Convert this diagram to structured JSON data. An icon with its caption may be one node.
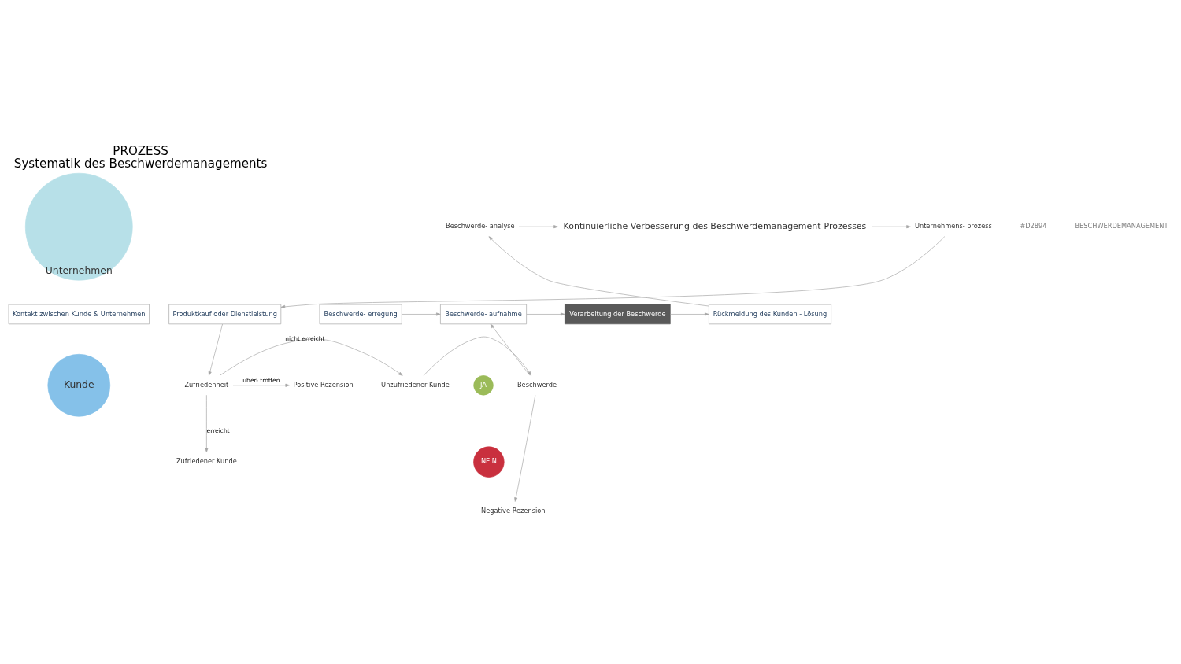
{
  "diagram": {
    "title": "PROZESS",
    "caption": "Systematik des Beschwerdemanagements",
    "nodes": [
      {
        "text": [
          "Unternehmen"
        ]
      },
      {
        "text": [
          "Kontakt zwischen Kunde & Unternehmen"
        ]
      },
      {
        "text": [
          "Kunde"
        ]
      },
      {
        "text": [
          "Unternehmens- prozess"
        ]
      },
      {
        "text": [
          "Kontinuierliche Verbesserung des Beschwerdemanagement-Prozesses"
        ]
      },
      {
        "text": [
          "Beschwerde- analyse"
        ]
      },
      {
        "text": [
          "Produktkauf oder Dienstleistung"
        ]
      },
      {
        "text": [
          "Beschwerde- erregung"
        ]
      },
      {
        "text": [
          "Beschwerde- aufnahme"
        ]
      },
      {
        "text": [
          "Verarbeitung der Beschwerde"
        ]
      },
      {
        "text": [
          "Rückmeldung des Kunden - Lösung"
        ]
      },
      {
        "text": [
          "Positive Rezension"
        ]
      },
      {
        "text": [
          "Zufriedenheit"
        ]
      },
      {
        "text": [
          "Unzufriedener Kunde"
        ]
      },
      {
        "text": [
          "Beschwerde"
        ]
      },
      {
        "text": [
          "JA"
        ]
      },
      {
        "text": [
          "NEIN"
        ]
      },
      {
        "text": [
          "Zufriedener Kunde"
        ]
      },
      {
        "text": [
          "Negative Rezension"
        ]
      }
    ],
    "edges": [
      {
        "from": 4,
        "to": 3,
        "arrow": "to"
      },
      {
        "from": 5,
        "to": 4,
        "arrow": "to"
      },
      {
        "from": 3,
        "to": 6,
        "arrow": "to"
      },
      {
        "from": 7,
        "to": 8,
        "arrow": "to"
      },
      {
        "from": 8,
        "to": 9,
        "arrow": "to"
      },
      {
        "from": 9,
        "to": 10,
        "arrow": "to"
      },
      {
        "from": 10,
        "to": 5,
        "arrow": "to"
      },
      {
        "from": 6,
        "to": 12,
        "arrow": "to"
      },
      {
        "from": 12,
        "to": 11,
        "arrow": "to",
        "label": "über- troffen"
      },
      {
        "from": 12,
        "to": 13,
        "arrow": "to",
        "label": "nicht erreicht"
      },
      {
        "from": 13,
        "to": 14,
        "arrow": "to"
      },
      {
        "from": 14,
        "to": 8,
        "arrow": "to"
      },
      {
        "from": 14,
        "to": 18,
        "arrow": "to"
      },
      {
        "from": 12,
        "to": 17,
        "arrow": "to",
        "label": "erreicht"
      }
    ],
    "labels": [
      "#D2894",
      "BESCHWERDEMANAGEMENT"
    ]
  }
}
